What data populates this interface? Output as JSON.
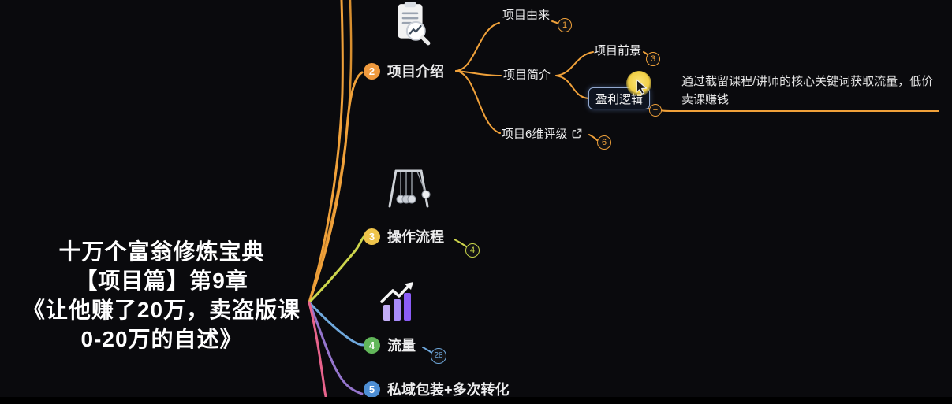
{
  "central_topic": {
    "line1": "十万个富翁修炼宝典",
    "line2": "【项目篇】第9章",
    "line3": "《让他赚了20万，卖盗版课",
    "line4": "0-20万的自述》"
  },
  "branches": {
    "intro": {
      "num": "2",
      "label": "项目介绍"
    },
    "origin": {
      "label": "项目由来",
      "badge": "1"
    },
    "brief": {
      "label": "项目简介"
    },
    "prospect": {
      "label": "项目前景",
      "badge": "3"
    },
    "profit": {
      "label": "盈利逻辑",
      "collapse": "−"
    },
    "rating": {
      "label": "项目6维评级",
      "badge": "6"
    },
    "process": {
      "num": "3",
      "label": "操作流程",
      "badge": "4"
    },
    "traffic": {
      "num": "4",
      "label": "流量",
      "badge": "28"
    },
    "private": {
      "num": "5",
      "label": "私域包装+多次转化"
    }
  },
  "note": {
    "line1": "通过截留课程/讲师的核心关键词获取流量，低价",
    "line2": "卖课赚钱"
  },
  "colors": {
    "background": "#0a0a0d",
    "branch_orange": "#F0A13A",
    "branch_olive": "#CDD54C",
    "branch_blue": "#6FA8DC",
    "branch_purple": "#9575CD",
    "branch_pink": "#E8638C",
    "chip_orange": "#F09A3E",
    "chip_yellow": "#EFC44B",
    "chip_green": "#62B75A",
    "chip_blue": "#4E8FD5",
    "selected_border": "#93A9CF",
    "cursor_highlight": "#F0CF45",
    "text": "#EDEDEE"
  }
}
